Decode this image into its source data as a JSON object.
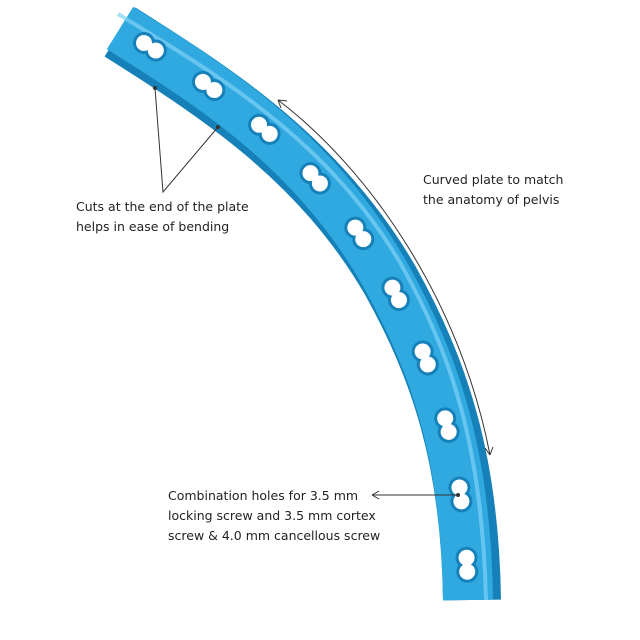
{
  "annotations": {
    "cuts": [
      "Cuts at the end of the plate",
      "helps in ease of bending"
    ],
    "curved": [
      "Curved plate to match",
      "the anatomy of pelvis"
    ],
    "holes": [
      "Combination holes for 3.5 mm",
      "locking screw and 3.5 mm cortex",
      "screw & 4.0 mm cancellous screw"
    ]
  },
  "colors": {
    "plate": "#2fa9e0",
    "plate_dark": "#1680b8",
    "plate_light": "#7fd2f5",
    "text": "#222222"
  },
  "plate": {
    "hole_count": 10
  }
}
